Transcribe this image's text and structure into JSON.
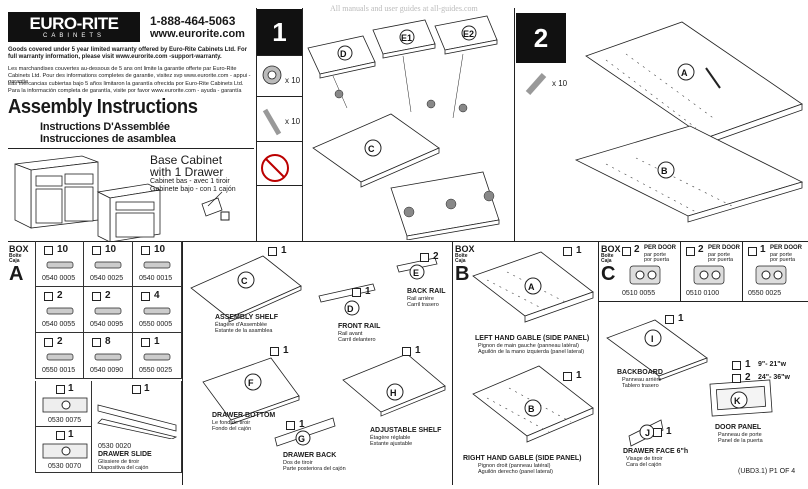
{
  "watermark": "All manuals and user guides at all-guides.com",
  "logo": {
    "name": "EURO-RITE",
    "sub": "CABINETS"
  },
  "contact": {
    "phone": "1-888-464-5063",
    "web": "www.eurorite.com"
  },
  "warranty": {
    "en": "Goods covered under 5 year limited warranty offered by Euro-Rite Cabinets Ltd. For full warranty information, please visit www.eurorite.com -support-warranty.",
    "fr": "Les marchandises couvertes au-dessous de 5 ans ont limite la garantie offerte par Euro-Rite Cabinets Ltd. Pour des informations completes de garantie, visitez svp www.eurorite.com - appui - garantie",
    "es": "Las mercancias cubiertas bajo 5 años limitaron la garantía ofrecida por Euro-Rite Cabinets Ltd. Para la información completa de garantía, visite por favor www.eurorite.com - ayuda - garantía"
  },
  "title": {
    "en": "Assembly Instructions",
    "fr": "Instructions D'Assemblée",
    "es": "Instrucciones de asamblea"
  },
  "product": {
    "en1": "Base Cabinet",
    "en2": "with 1 Drawer",
    "fr": "Cabinet bas - avec 1 tiroir",
    "es": "Gabinete bajo - con 1 cajón"
  },
  "step1": {
    "number": "1",
    "qty1": "x 10",
    "qty2": "x 10",
    "parts": {
      "D": "D",
      "E1": "E1",
      "E2": "E2",
      "C": "C"
    }
  },
  "step2": {
    "number": "2",
    "qty": "x 10",
    "parts": {
      "A": "A",
      "B": "B"
    }
  },
  "boxA": {
    "box": "BOX",
    "fr": "Boîte",
    "es": "Caja",
    "letter": "A",
    "hardware": [
      {
        "qty": "10",
        "code": "0540 0005"
      },
      {
        "qty": "10",
        "code": "0540 0025"
      },
      {
        "qty": "10",
        "code": "0540 0015"
      },
      {
        "qty": "2",
        "code": "0540 0055"
      },
      {
        "qty": "2",
        "code": "0540 0095"
      },
      {
        "qty": "4",
        "code": "0550 0005"
      },
      {
        "qty": "2",
        "code": "0550 0015"
      },
      {
        "qty": "8",
        "code": "0540 0090"
      },
      {
        "qty": "1",
        "code": "0550 0025"
      }
    ],
    "extra": [
      {
        "qty": "1",
        "code": "0530 0075"
      },
      {
        "qty": "1",
        "code": "0530 0070"
      }
    ],
    "slide": {
      "qty": "1",
      "code": "0530 0020",
      "en": "DRAWER SLIDE",
      "fr": "Glissiere de tiroir",
      "es": "Diapositiva del cajón"
    },
    "panels": [
      {
        "letter": "C",
        "qty": "1",
        "en": "ASSEMBLY SHELF",
        "fr": "Étagère d'Assemblée",
        "es": "Estante de la asamblea"
      },
      {
        "letter": "D",
        "qty": "1",
        "en": "FRONT RAIL",
        "fr": "Rail avant",
        "es": "Carril delantero"
      },
      {
        "letter": "E",
        "qty": "2",
        "en": "BACK RAIL",
        "fr": "Rail arrière",
        "es": "Carril trasero"
      },
      {
        "letter": "F",
        "qty": "1",
        "en": "DRAWER BOTTOM",
        "fr": "Le fond de tiroir",
        "es": "Fondo del cajón"
      },
      {
        "letter": "G",
        "qty": "1",
        "en": "DRAWER BACK",
        "fr": "Dos de tiroir",
        "es": "Parte posteriora del cajón"
      },
      {
        "letter": "H",
        "qty": "1",
        "en": "ADJUSTABLE SHELF",
        "fr": "Étagère réglable",
        "es": "Estante ajustable"
      }
    ]
  },
  "boxB": {
    "box": "BOX",
    "fr": "Boîte",
    "es": "Caja",
    "letter": "B",
    "panels": [
      {
        "letter": "A",
        "qty": "1",
        "en": "LEFT HAND GABLE (SIDE PANEL)",
        "fr": "Pignon de main gauche (panneau latéral)",
        "es": "Aguilón de la mano izquierda (panel lateral)"
      },
      {
        "letter": "B",
        "qty": "1",
        "en": "RIGHT HAND GABLE (SIDE PANEL)",
        "fr": "Pignon droit (panneau latéral)",
        "es": "Aguilón derecho (panel lateral)"
      }
    ]
  },
  "boxC": {
    "box": "BOX",
    "fr": "Boîte",
    "es": "Caja",
    "letter": "C",
    "hinges": [
      {
        "qty": "2",
        "per": "PER DOOR",
        "perfr": "par porte",
        "peres": "por puerta",
        "code": "0510 0055"
      },
      {
        "qty": "2",
        "per": "PER DOOR",
        "perfr": "par porte",
        "peres": "por puerta",
        "code": "0510 0100"
      },
      {
        "qty": "1",
        "per": "PER DOOR",
        "perfr": "par porte",
        "peres": "por puerta",
        "code": "0550 0025"
      }
    ],
    "panels": [
      {
        "letter": "I",
        "qty": "1",
        "en": "BACKBOARD",
        "fr": "Panneau arrière",
        "es": "Tablero trasero"
      },
      {
        "letter": "J",
        "qty": "1",
        "en": "DRAWER FACE 6\"h",
        "fr": "Visage de tiroir",
        "es": "Cara del cajón"
      },
      {
        "letter": "K",
        "qty1": "1",
        "size1": "9\"- 21\"w",
        "qty2": "2",
        "size2": "24\"- 36\"w",
        "en": "DOOR PANEL",
        "fr": "Panneau de porte",
        "es": "Panel de la puerta"
      }
    ],
    "footer": "(UBD3.1) P1 OF 4"
  }
}
